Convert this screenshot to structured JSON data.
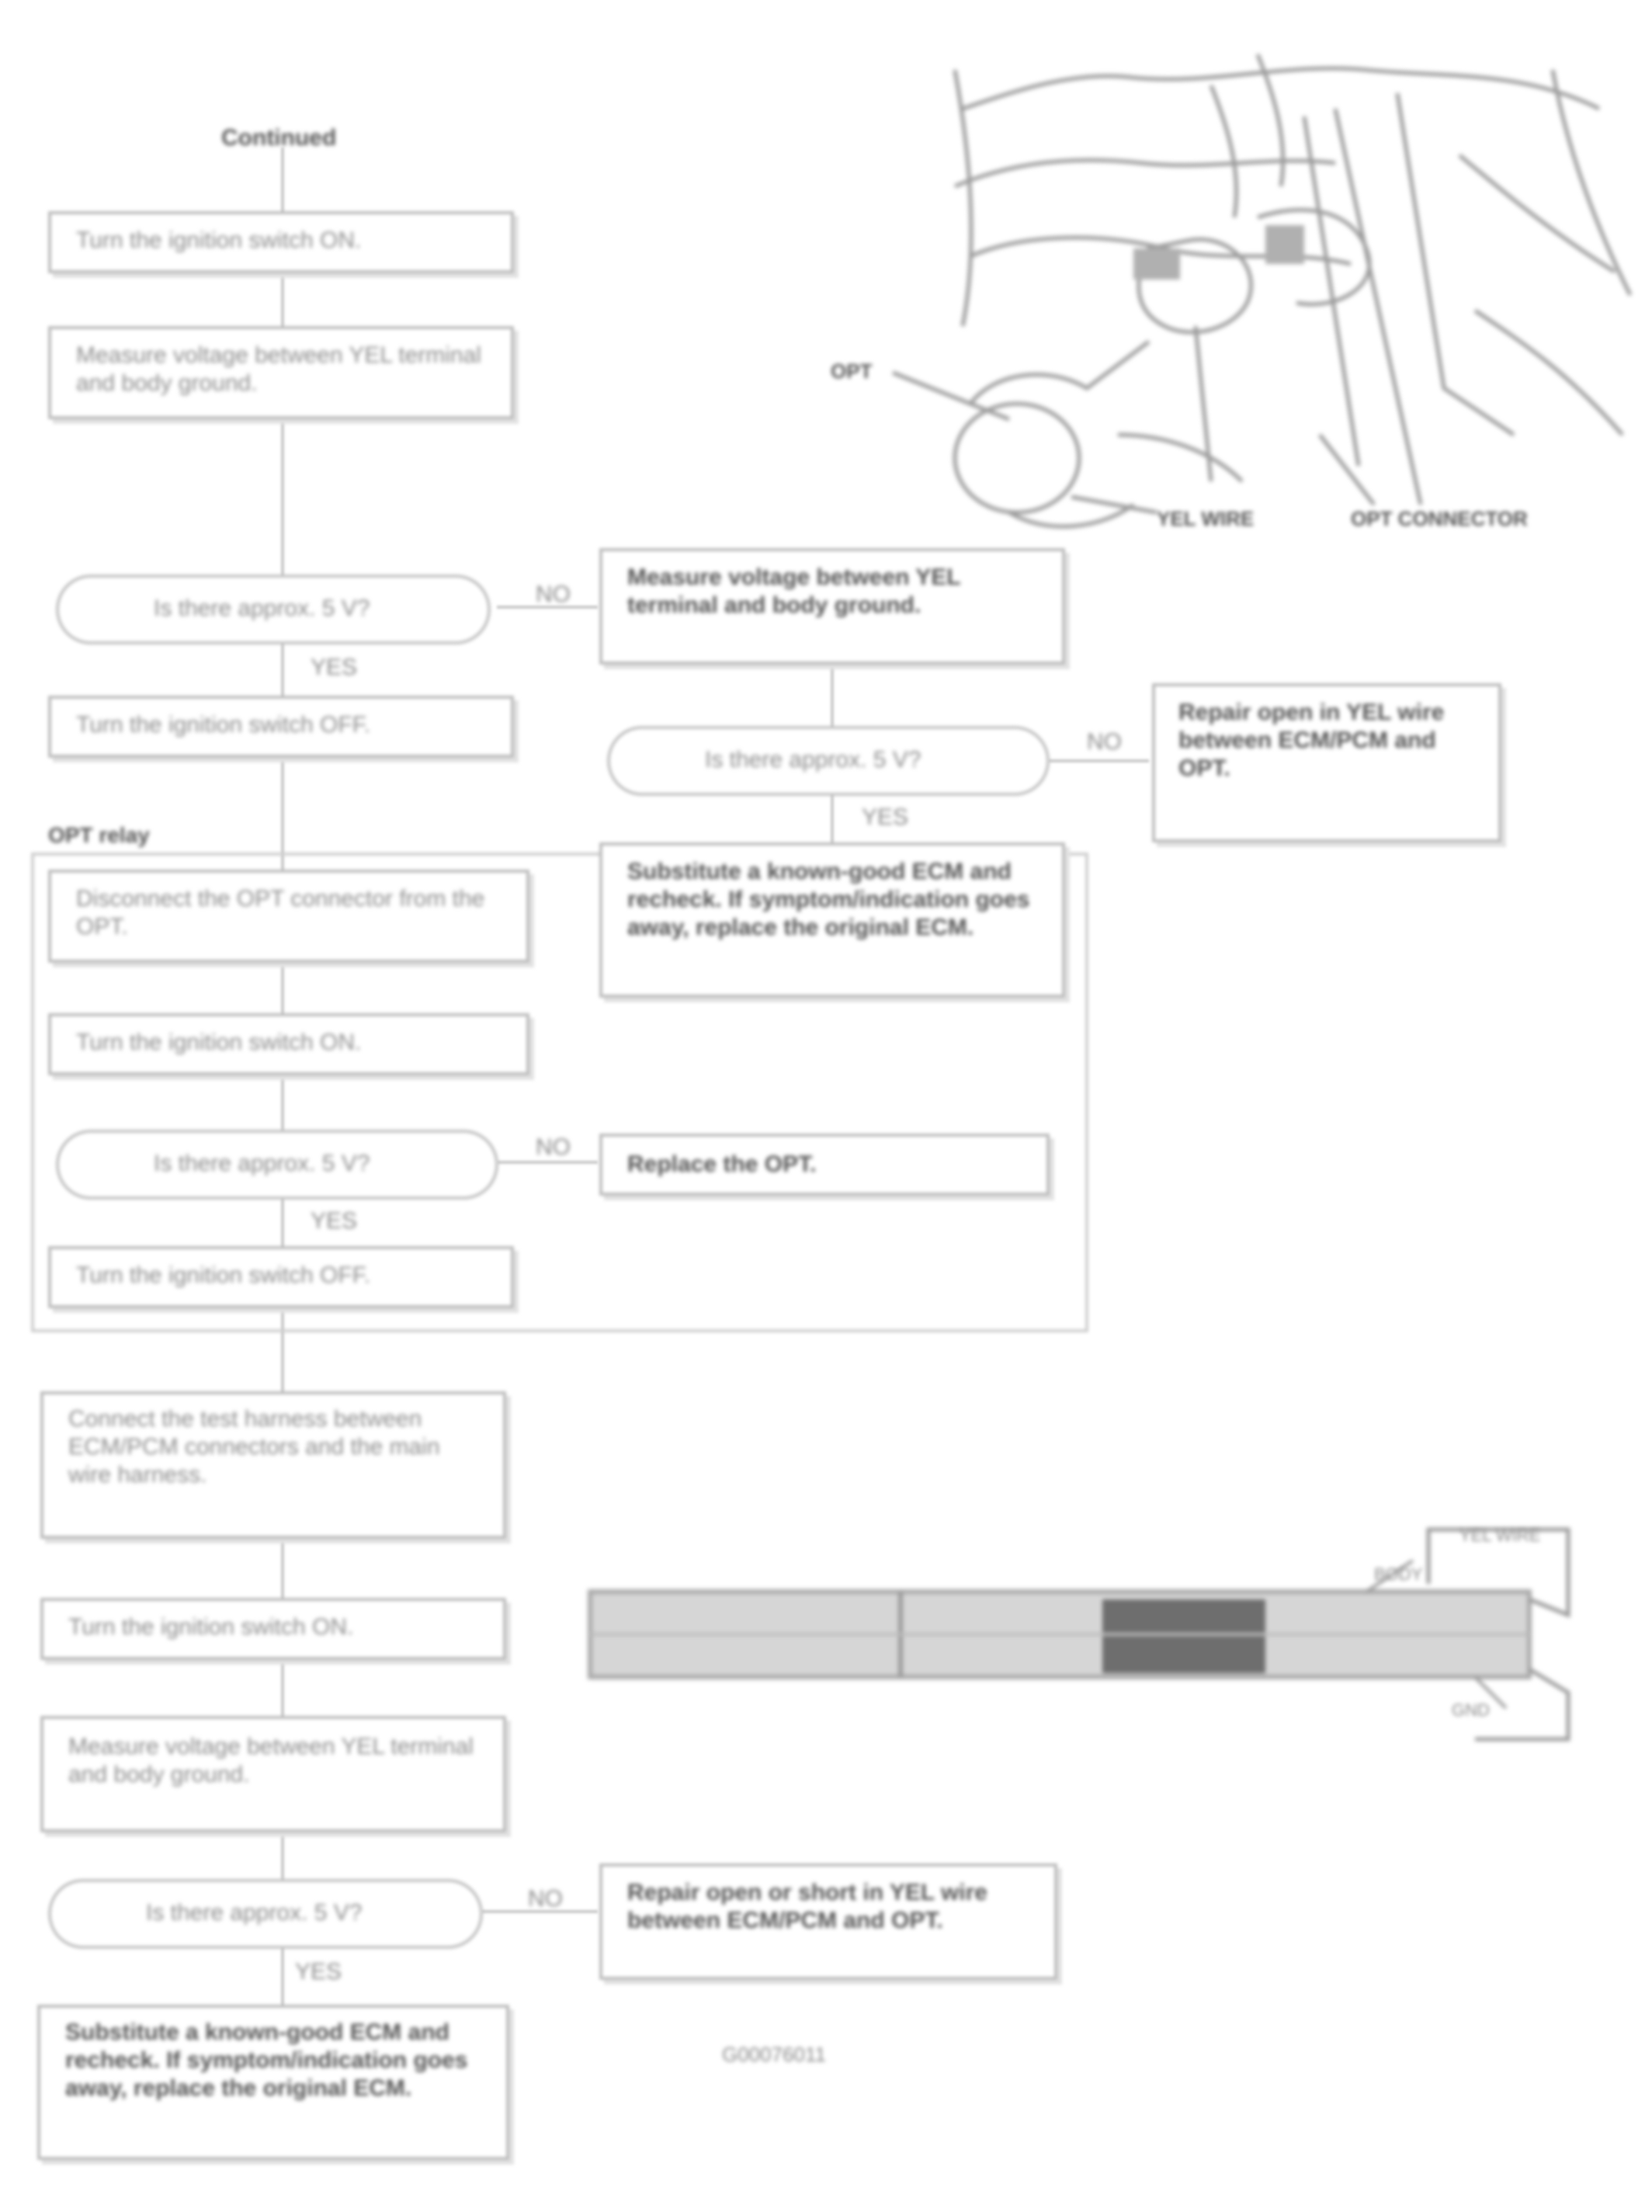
{
  "header": {
    "continued": "Continued"
  },
  "flow": {
    "step1": "Turn the ignition switch ON.",
    "step2": "Measure voltage between YEL terminal and body ground.",
    "check1": "Is there approx. 5 V?",
    "no1": "NO",
    "yes1": "YES",
    "step3": "Turn the ignition switch OFF.",
    "group_title": "OPT relay",
    "step4": "Disconnect the OPT connector from the OPT.",
    "step5": "Turn the ignition switch ON.",
    "check2": "Is there approx. 5 V?",
    "no2": "NO",
    "yes2": "YES",
    "step6": "Turn the ignition switch OFF.",
    "step7": "Connect the test harness between ECM/PCM connectors and the main wire harness.",
    "step8": "Turn the ignition switch ON.",
    "step9": "Measure voltage between YEL terminal and body ground.",
    "check3": "Is there approx. 5 V?",
    "no3": "NO",
    "yes3": "YES",
    "final_left": "Substitute a known-good ECM and recheck. If symptom/indication goes away, replace the original ECM."
  },
  "right_flow": {
    "box1": "Measure voltage between YEL terminal and body ground.",
    "check": "Is there approx. 5 V?",
    "no": "NO",
    "yes": "YES",
    "repair1": "Repair open in YEL wire between ECM/PCM and OPT.",
    "box2": "Substitute a known-good ECM and recheck. If symptom/indication goes away, replace the original ECM.",
    "replace": "Replace the OPT.",
    "repair2": "Repair open or short in YEL wire between ECM/PCM and OPT."
  },
  "illustration": {
    "label_left": "OPT",
    "label_mid": "YEL WIRE",
    "label_right": "OPT CONNECTOR"
  },
  "connector": {
    "label_top": "YEL WIRE",
    "label_mid": "BODY",
    "label_bottom": "GND"
  },
  "footer": {
    "code": "G00076011"
  }
}
